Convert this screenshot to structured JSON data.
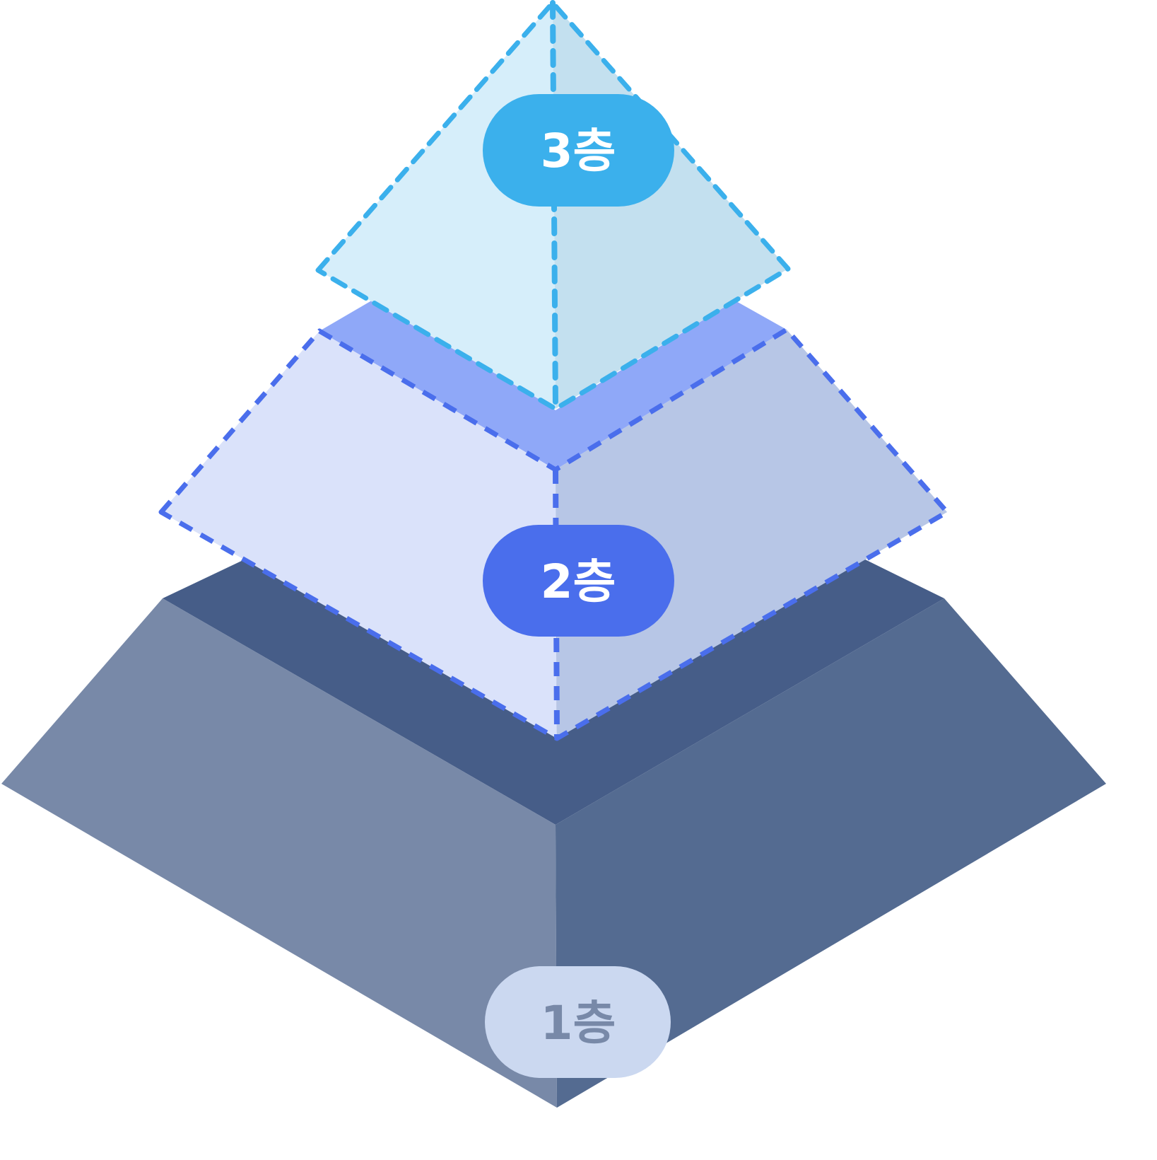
{
  "layers": [
    {
      "label": "1층",
      "colors": {
        "left": "#7889a8",
        "right": "#546b91",
        "top": "#465d88",
        "pill": "#cbd8f0",
        "text": "#7889a8"
      }
    },
    {
      "label": "2층",
      "colors": {
        "left": "#dae2fa",
        "right": "#b7c6e6",
        "top": "#8fa8f8",
        "stroke": "#4a6eec",
        "pill": "#4a6eec",
        "text": "#ffffff"
      }
    },
    {
      "label": "3층",
      "colors": {
        "left": "#d6eefa",
        "right": "#c3e0ef",
        "stroke": "#3bb0ec",
        "pill": "#3bb0ec",
        "text": "#ffffff"
      }
    }
  ]
}
